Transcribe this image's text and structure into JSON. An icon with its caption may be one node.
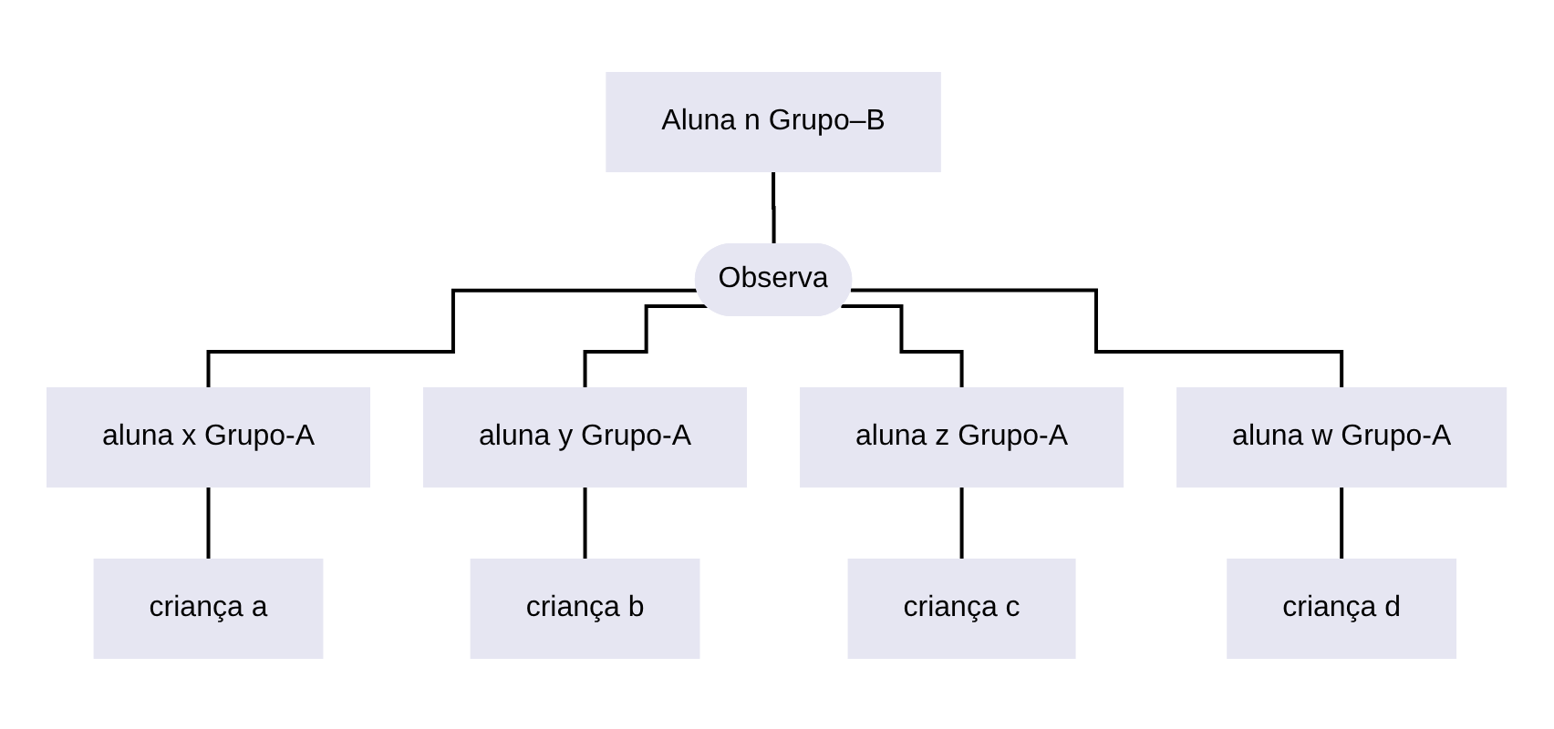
{
  "diagram": {
    "nodes": [
      {
        "text": [
          "Aluna n Grupo–B"
        ]
      },
      {
        "text": [
          "Observa"
        ]
      },
      {
        "text": [
          "aluna x Grupo-A"
        ]
      },
      {
        "text": [
          "aluna y Grupo-A"
        ]
      },
      {
        "text": [
          "aluna z Grupo-A"
        ]
      },
      {
        "text": [
          "aluna w Grupo-A"
        ]
      },
      {
        "text": [
          "criança a"
        ]
      },
      {
        "text": [
          "criança b"
        ]
      },
      {
        "text": [
          "criança c"
        ]
      },
      {
        "text": [
          "criança d"
        ]
      }
    ],
    "edges": [
      {
        "from": 0,
        "to": 1,
        "arrow": "none"
      },
      {
        "from": 1,
        "to": 2,
        "arrow": "none"
      },
      {
        "from": 1,
        "to": 3,
        "arrow": "none"
      },
      {
        "from": 1,
        "to": 4,
        "arrow": "none"
      },
      {
        "from": 1,
        "to": 5,
        "arrow": "none"
      },
      {
        "from": 2,
        "to": 6,
        "arrow": "none"
      },
      {
        "from": 3,
        "to": 7,
        "arrow": "none"
      },
      {
        "from": 4,
        "to": 8,
        "arrow": "none"
      },
      {
        "from": 5,
        "to": 9,
        "arrow": "none"
      }
    ]
  }
}
